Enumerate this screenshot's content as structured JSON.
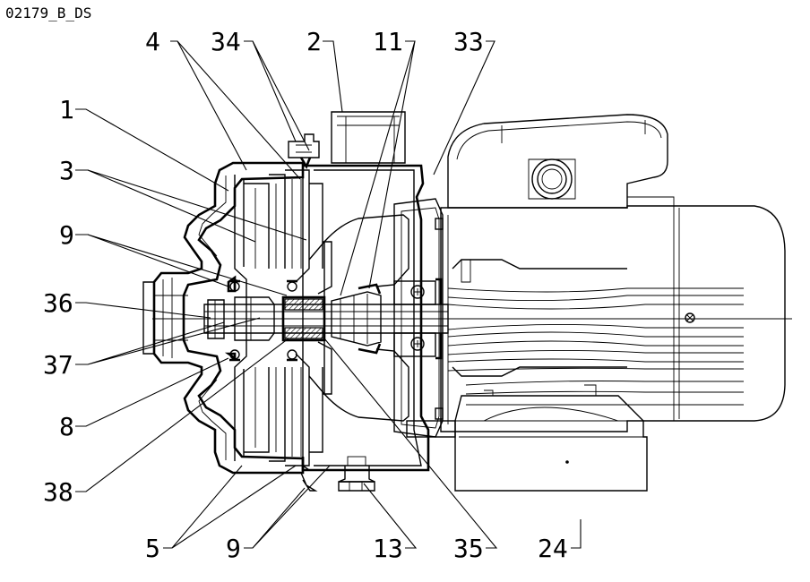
{
  "drawing_ref": "02179_B_DS",
  "callouts": [
    {
      "id": "c4",
      "text": "4"
    },
    {
      "id": "c34",
      "text": "34"
    },
    {
      "id": "c2",
      "text": "2"
    },
    {
      "id": "c11",
      "text": "11"
    },
    {
      "id": "c33",
      "text": "33"
    },
    {
      "id": "c1",
      "text": "1"
    },
    {
      "id": "c3",
      "text": "3"
    },
    {
      "id": "c9a",
      "text": "9"
    },
    {
      "id": "c36",
      "text": "36"
    },
    {
      "id": "c37",
      "text": "37"
    },
    {
      "id": "c8",
      "text": "8"
    },
    {
      "id": "c38",
      "text": "38"
    },
    {
      "id": "c5",
      "text": "5"
    },
    {
      "id": "c9b",
      "text": "9"
    },
    {
      "id": "c13",
      "text": "13"
    },
    {
      "id": "c35",
      "text": "35"
    },
    {
      "id": "c24",
      "text": "24"
    }
  ]
}
